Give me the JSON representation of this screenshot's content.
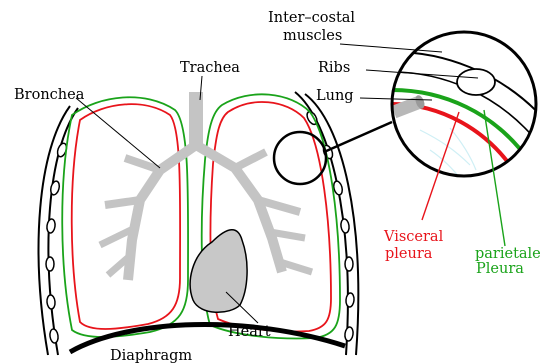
{
  "labels": {
    "trachea": "Trachea",
    "bronchea": "Bronchea",
    "heart": "Heart",
    "diaphragm": "Diaphragm",
    "intercostal_line1": "Inter–costal",
    "intercostal_line2": "muscles",
    "ribs": "Ribs",
    "lung": "Lung",
    "visceral_line1": "Visceral",
    "visceral_line2": "pleura",
    "parietal_line1": "parietale",
    "parietal_line2": "Pleura"
  },
  "colors": {
    "visceral_pleura": "#e8141b",
    "parietal_pleura": "#1aa31a",
    "airway": "#c4c4c4",
    "heart": "#c8c8c8",
    "outline": "#000000"
  }
}
